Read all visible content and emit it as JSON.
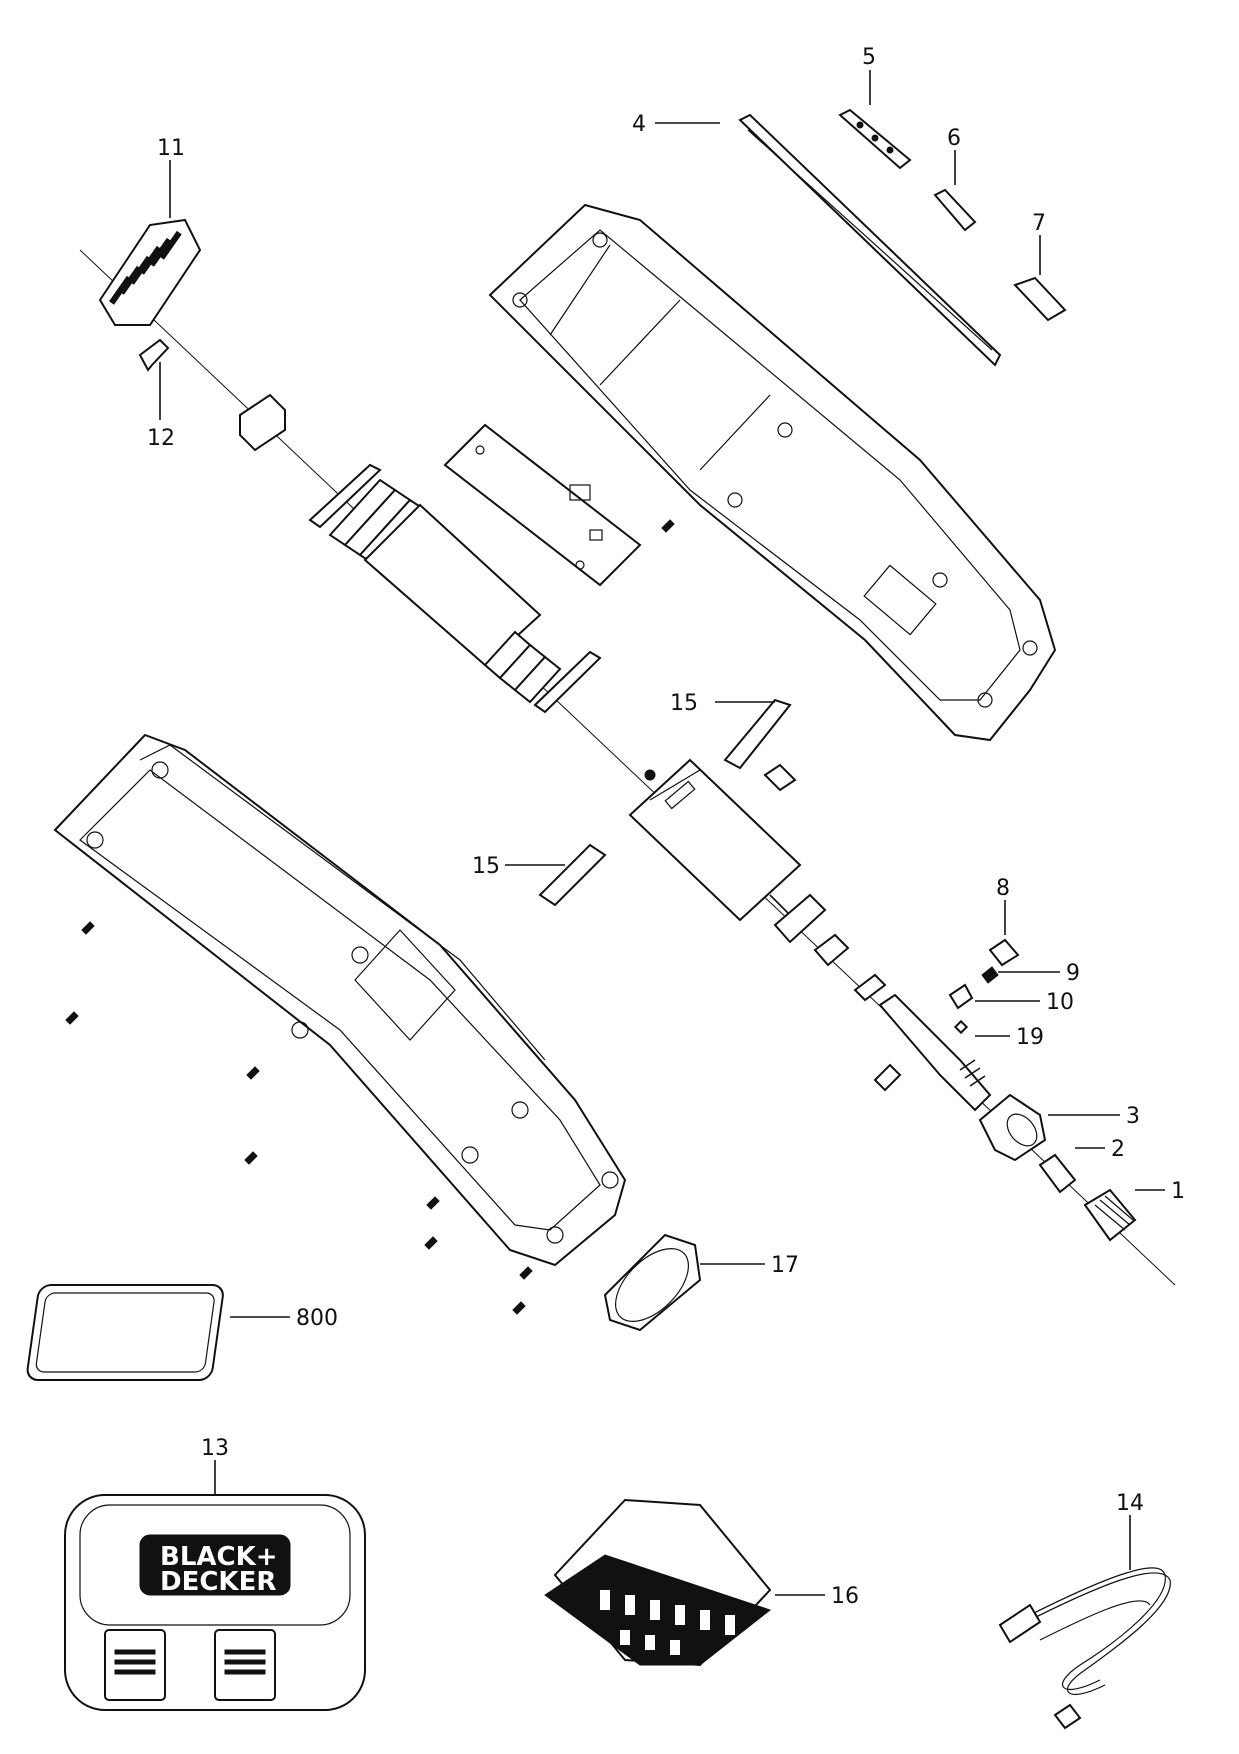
{
  "diagram": {
    "callouts": [
      {
        "id": "4",
        "label": "4"
      },
      {
        "id": "5",
        "label": "5"
      },
      {
        "id": "6",
        "label": "6"
      },
      {
        "id": "7",
        "label": "7"
      },
      {
        "id": "11",
        "label": "11"
      },
      {
        "id": "12",
        "label": "12"
      },
      {
        "id": "15a",
        "label": "15"
      },
      {
        "id": "15b",
        "label": "15"
      },
      {
        "id": "8",
        "label": "8"
      },
      {
        "id": "9",
        "label": "9"
      },
      {
        "id": "10",
        "label": "10"
      },
      {
        "id": "19",
        "label": "19"
      },
      {
        "id": "3",
        "label": "3"
      },
      {
        "id": "2",
        "label": "2"
      },
      {
        "id": "1",
        "label": "1"
      },
      {
        "id": "17",
        "label": "17"
      },
      {
        "id": "800",
        "label": "800"
      },
      {
        "id": "13",
        "label": "13"
      },
      {
        "id": "16",
        "label": "16"
      },
      {
        "id": "14",
        "label": "14"
      }
    ],
    "case_brand": {
      "line1": "BLACK+",
      "line2": "DECKER"
    }
  }
}
